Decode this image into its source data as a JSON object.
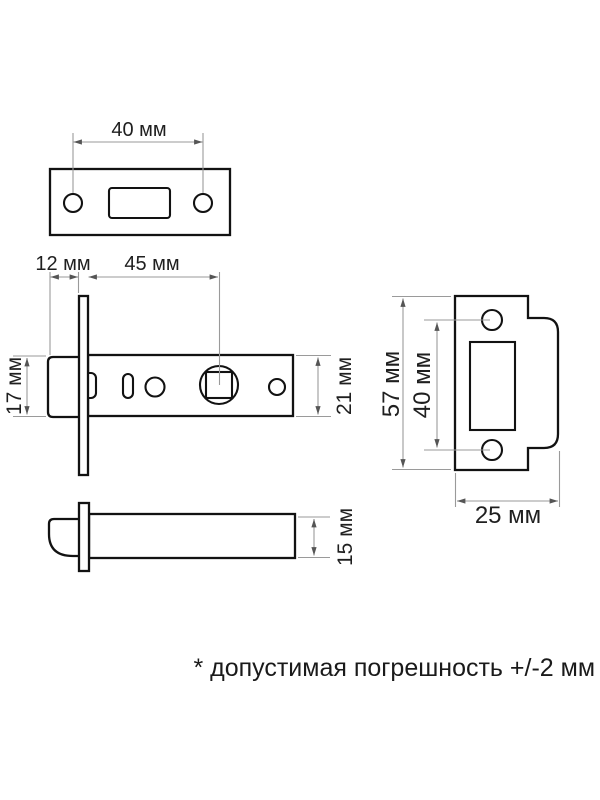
{
  "note": "* допустимая погрешность +/-2 мм",
  "units": "мм",
  "colors": {
    "background": "#ffffff",
    "outline": "#121212",
    "dim_line": "#9a9a9a",
    "arrow": "#555555",
    "text": "#1f1f1f"
  },
  "views": {
    "faceplate_front": {
      "dims": {
        "hole_spacing": "40 мм"
      }
    },
    "latch_side": {
      "dims": {
        "bolt_protrusion": "12 мм",
        "backset": "45 мм",
        "bolt_height": "17 мм",
        "body_height": "21 мм"
      }
    },
    "latch_top": {
      "dims": {
        "body_thickness": "15 мм"
      }
    },
    "strike_plate": {
      "dims": {
        "plate_height": "57 мм",
        "hole_spacing": "40 мм",
        "plate_width": "25 мм"
      }
    }
  }
}
